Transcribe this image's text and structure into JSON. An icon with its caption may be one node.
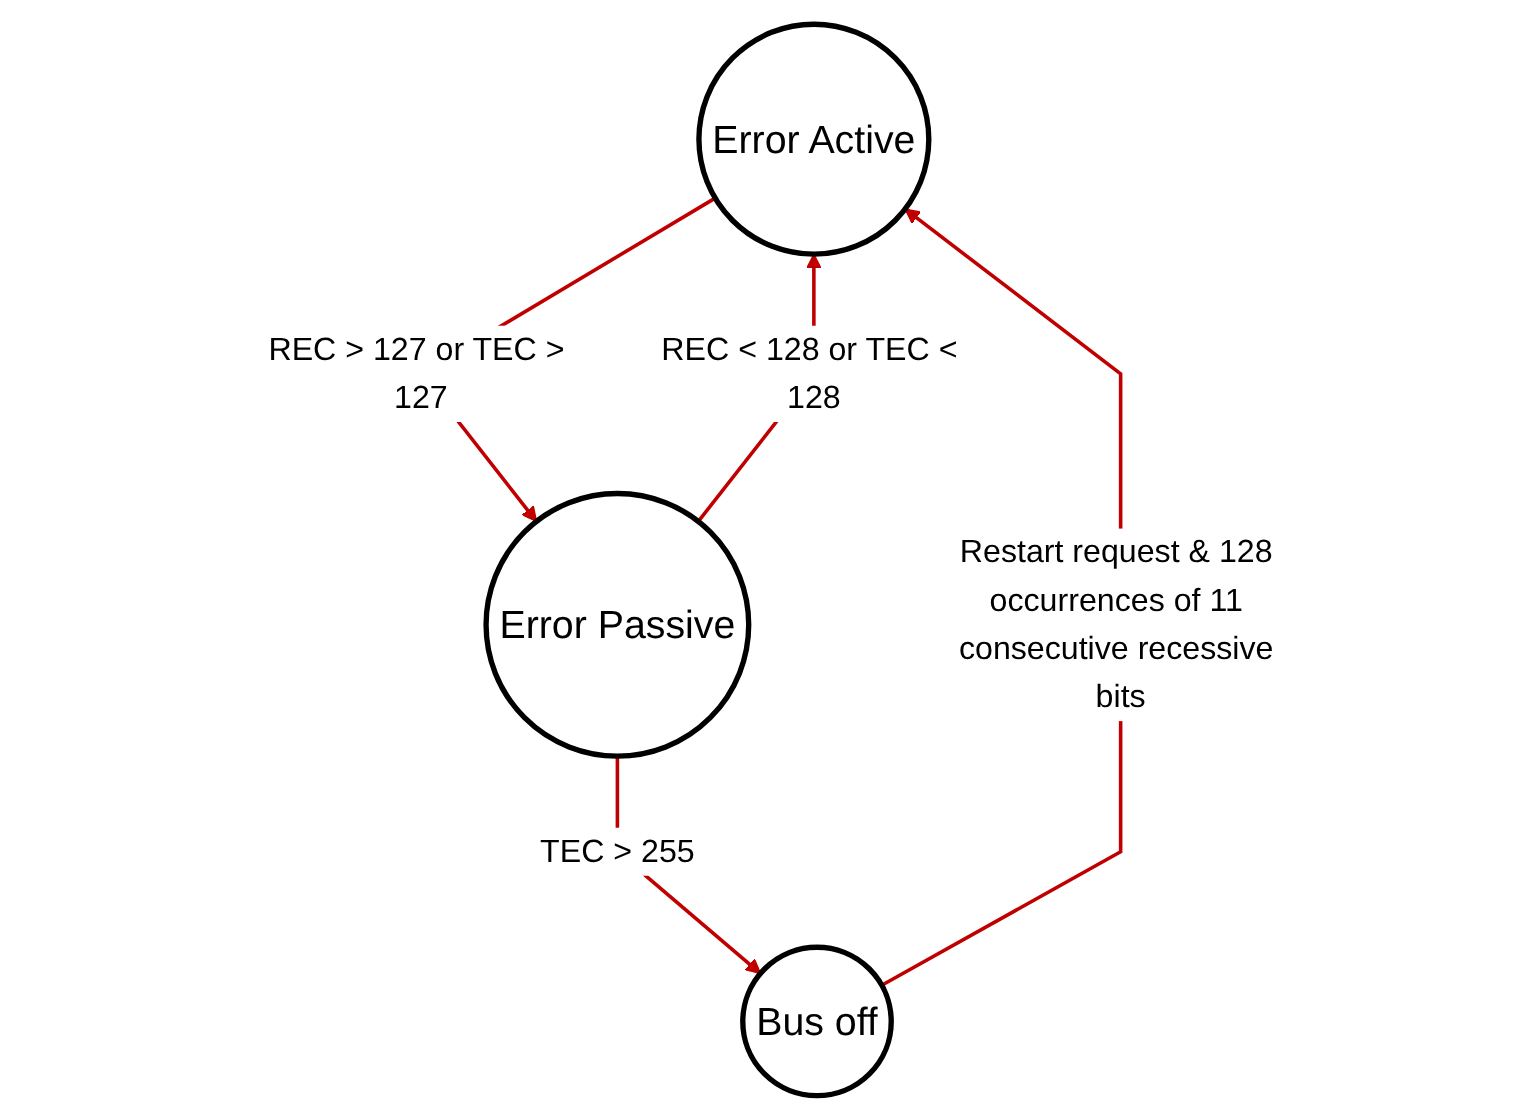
{
  "diagram": {
    "nodes": [
      {
        "text": [
          "Error Active"
        ]
      },
      {
        "text": [
          "Error Passive"
        ]
      },
      {
        "text": [
          "Bus off"
        ]
      }
    ],
    "edges": [
      {
        "from": 0,
        "to": 1,
        "arrow": "to",
        "label": "REC > 127 or TEC > 127"
      },
      {
        "from": 1,
        "to": 0,
        "arrow": "to",
        "label": "REC < 128 or TEC < 128"
      },
      {
        "from": 1,
        "to": 2,
        "arrow": "to",
        "label": "TEC > 255"
      },
      {
        "from": 2,
        "to": 0,
        "arrow": "to",
        "label": "Restart request & 128 occurrences of 11 consecutive recessive bits"
      }
    ]
  }
}
